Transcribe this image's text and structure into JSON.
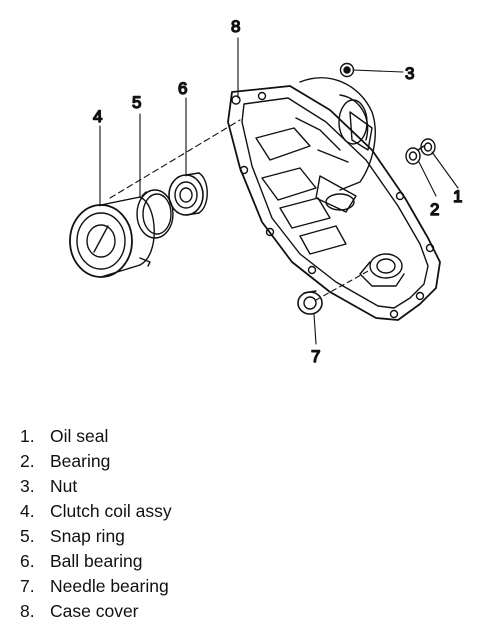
{
  "callouts": [
    {
      "number": "1"
    },
    {
      "number": "2"
    },
    {
      "number": "3"
    },
    {
      "number": "4"
    },
    {
      "number": "5"
    },
    {
      "number": "6"
    },
    {
      "number": "7"
    },
    {
      "number": "8"
    }
  ],
  "legend": [
    {
      "number": "1.",
      "label": "Oil seal"
    },
    {
      "number": "2.",
      "label": "Bearing"
    },
    {
      "number": "3.",
      "label": "Nut"
    },
    {
      "number": "4.",
      "label": "Clutch coil assy"
    },
    {
      "number": "5.",
      "label": "Snap ring"
    },
    {
      "number": "6.",
      "label": "Ball bearing"
    },
    {
      "number": "7.",
      "label": "Needle bearing"
    },
    {
      "number": "8.",
      "label": "Case cover"
    }
  ]
}
